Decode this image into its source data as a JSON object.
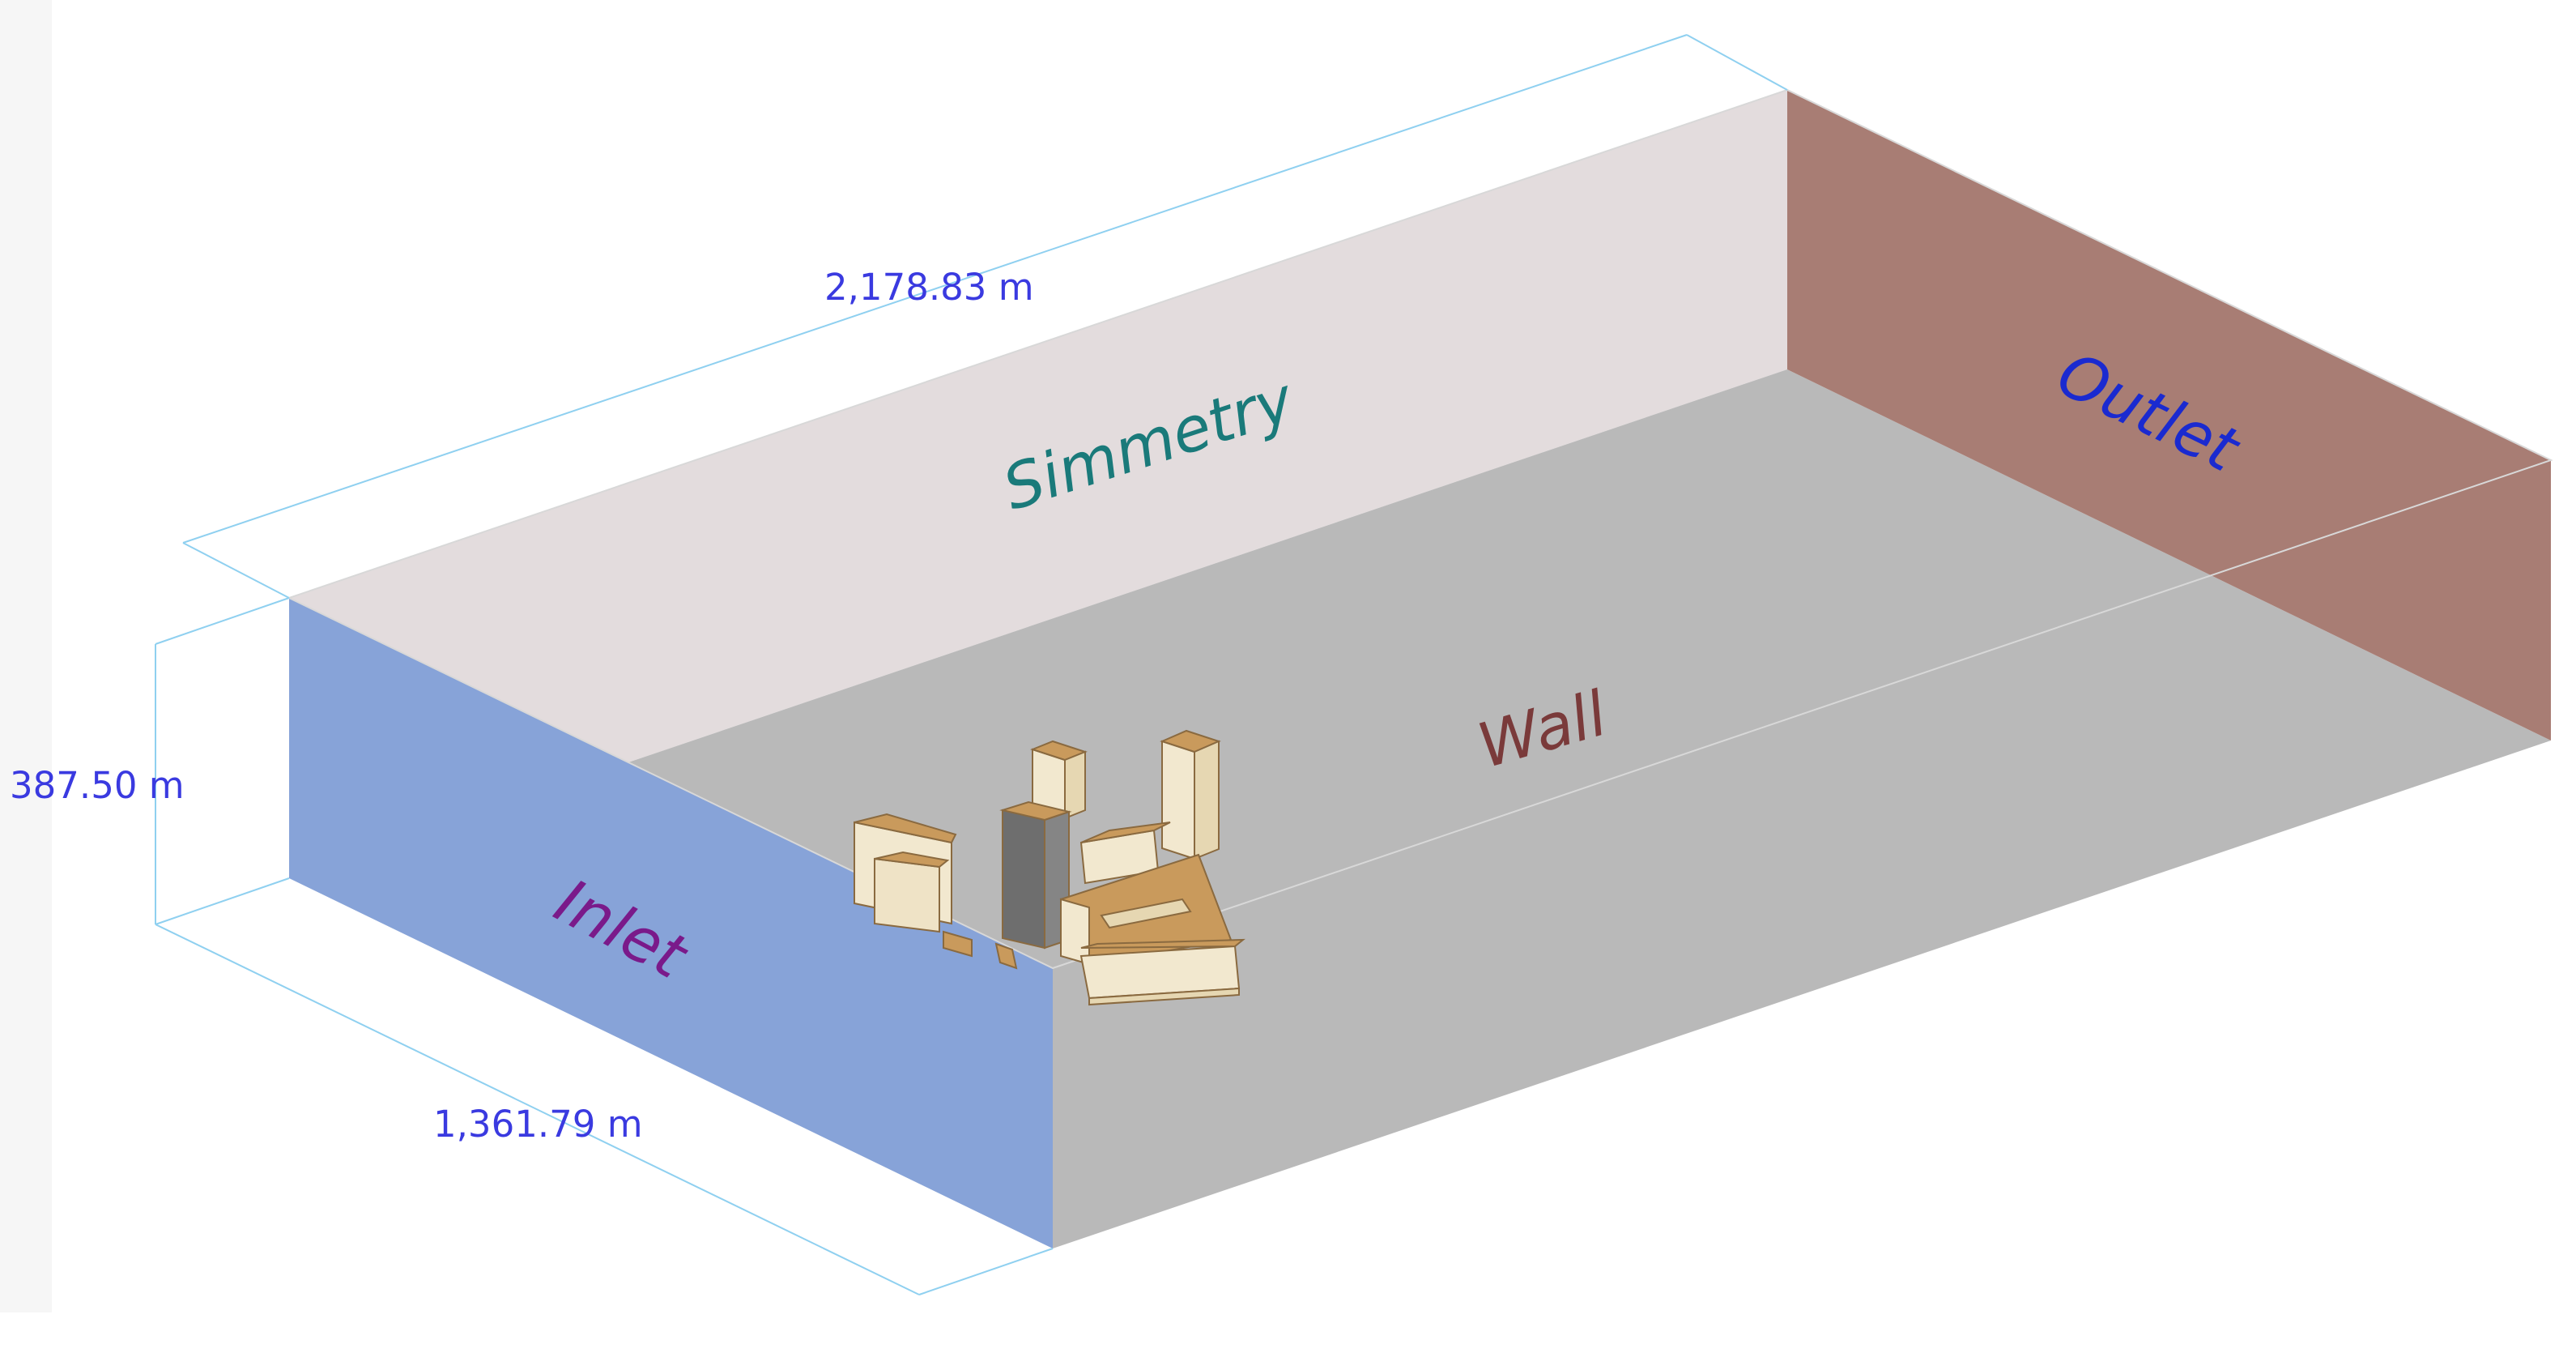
{
  "dimensions": {
    "length": "2,178.83 m",
    "height": "387.50 m",
    "width": "1,361.79 m"
  },
  "faces": {
    "inlet": "Inlet",
    "symmetry": "Simmetry",
    "outlet": "Outlet",
    "wall": "Wall"
  },
  "colors": {
    "inlet": "#87a3d8",
    "symmetry": "#e3dcdd",
    "outlet": "#a87d74",
    "wall": "#b9b9b9",
    "dimension": "#3a3ae0",
    "dimension_line": "#8fd0f0",
    "inlet_text": "#7a1a8a",
    "symmetry_text": "#1a7a7a",
    "outlet_text": "#1a2ad0",
    "wall_text": "#7a3a3a",
    "building_side": "#f2e8cf",
    "building_top": "#c99a5c",
    "central_tower": "#6e6e6e"
  }
}
